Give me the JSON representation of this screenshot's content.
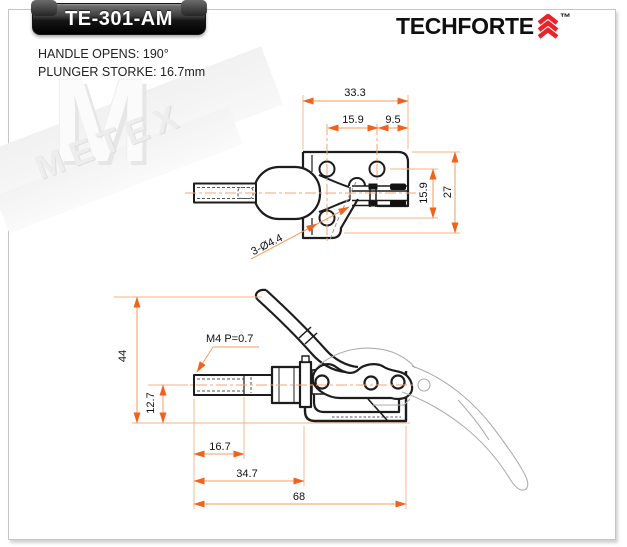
{
  "header": {
    "model": "TE-301-AM",
    "brand": "TECHFORTE",
    "trademark": "™",
    "specs": {
      "handle_opens": "HANDLE OPENS: 190°",
      "plunger_stroke": "PLUNGER STORKE: 16.7mm"
    }
  },
  "watermark": {
    "letter": "M",
    "name": "METEX"
  },
  "top_view": {
    "dim_overall_width": "33.3",
    "dim_hole_spacing": "15.9",
    "dim_edge_offset": "9.5",
    "dim_hole_row_spacing": "15.9",
    "dim_overall_height": "27",
    "holes_label": "3-Ø4.4"
  },
  "side_view": {
    "thread_label": "M4 P=0.7",
    "dim_open_height": "44",
    "dim_base_to_axis": "12.7",
    "dim_plunger_stroke": "16.7",
    "dim_front_to_bracket": "34.7",
    "dim_overall_length": "68"
  },
  "colors": {
    "dimension_line": "#f59b63",
    "dimension_arrow": "#f2621f",
    "centerline": "#f5a579",
    "brand_red": "#e8232a",
    "badge_black": "#000000"
  }
}
